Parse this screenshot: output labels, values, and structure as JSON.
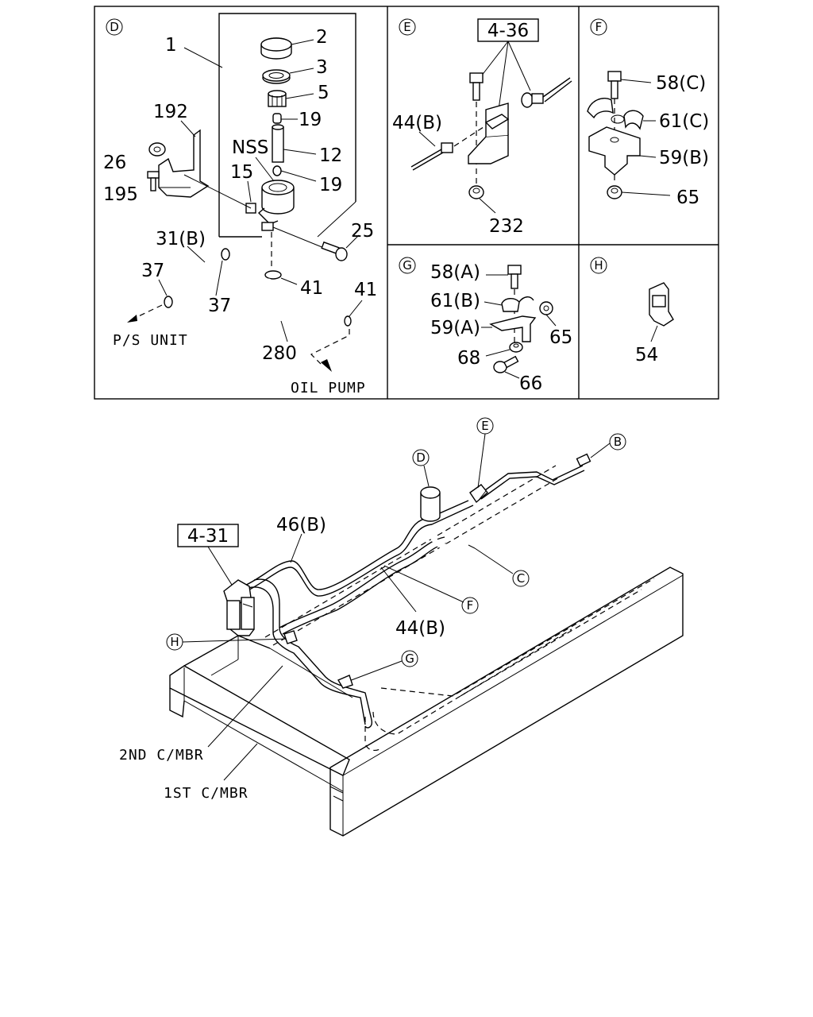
{
  "panels": {
    "D": {
      "letter": "D",
      "labels": {
        "p1": "1",
        "p2": "2",
        "p3": "3",
        "p5": "5",
        "p19a": "19",
        "p12": "12",
        "p19b": "19",
        "nss": "NSS",
        "p15": "15",
        "p192": "192",
        "p26": "26",
        "p195": "195",
        "p25": "25",
        "p31b": "31(B)",
        "p37a": "37",
        "p37b": "37",
        "p41a": "41",
        "p41b": "41",
        "p280": "280"
      },
      "ps_unit": "P/S UNIT",
      "oil_pump": "OIL PUMP"
    },
    "E": {
      "letter": "E",
      "ref": "4-36",
      "labels": {
        "p44b": "44(B)",
        "p232": "232"
      }
    },
    "F": {
      "letter": "F",
      "labels": {
        "p58c": "58(C)",
        "p61c": "61(C)",
        "p59b": "59(B)",
        "p65": "65"
      }
    },
    "G": {
      "letter": "G",
      "labels": {
        "p58a": "58(A)",
        "p61b": "61(B)",
        "p59a": "59(A)",
        "p65": "65",
        "p68": "68",
        "p66": "66"
      }
    },
    "H": {
      "letter": "H",
      "labels": {
        "p54": "54"
      }
    }
  },
  "main": {
    "ref": "4-31",
    "label_46b": "46(B)",
    "label_44b": "44(B)",
    "callouts": {
      "b": "B",
      "c": "C",
      "d": "D",
      "e": "E",
      "f": "F",
      "g": "G",
      "h": "H"
    },
    "members": {
      "second": "2ND C/MBR",
      "first": "1ST C/MBR"
    }
  }
}
